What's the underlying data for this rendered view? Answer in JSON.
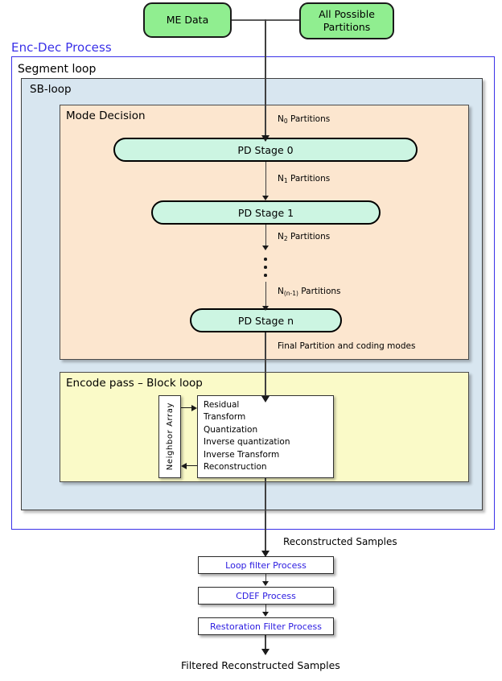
{
  "diagram": {
    "title": "Enc-Dec Process encoder pipeline",
    "colors": {
      "process_border": "#3a31e8",
      "process_text": "#3a31e8",
      "data_node_fill": "#90EE90",
      "sb_loop_fill": "#D8E6F0",
      "mode_decision_fill": "#FCE6CF",
      "encode_pass_fill": "#FAFAC8",
      "pd_stage_fill": "#CCF5E2",
      "filter_text": "#2a1ae0",
      "connector": "#404040"
    }
  },
  "inputs": [
    {
      "id": "me-data",
      "label": "ME Data"
    },
    {
      "id": "all-possible-partitions",
      "label": "All Possible Partitions"
    }
  ],
  "containers": {
    "enc_dec": {
      "label": "Enc-Dec Process"
    },
    "segment_loop": {
      "label": "Segment loop"
    },
    "sb_loop": {
      "label": "SB-loop"
    },
    "mode_decision": {
      "label": "Mode Decision"
    },
    "encode_pass": {
      "label": "Encode pass – Block loop"
    }
  },
  "mode_decision": {
    "stages": [
      {
        "id": "pd-stage-0",
        "label": "PD Stage 0"
      },
      {
        "id": "pd-stage-1",
        "label": "PD Stage 1"
      },
      {
        "id": "pd-stage-n",
        "label": "PD Stage n"
      }
    ],
    "edge_labels": {
      "in_stage_0": {
        "prefix": "N",
        "sub": "0",
        "suffix": " Partitions"
      },
      "stage_0_to_1": {
        "prefix": "N",
        "sub": "1",
        "suffix": " Partitions"
      },
      "stage_1_to_dots": {
        "prefix": "N",
        "sub": "2",
        "suffix": " Partitions"
      },
      "dots_to_stage_n": {
        "prefix": "N",
        "sub": "(n-1)",
        "suffix": " Partitions"
      },
      "stage_n_out": "Final Partition and coding modes"
    }
  },
  "encode_pass": {
    "neighbor_array": {
      "label": "Neighbor Array"
    },
    "steps": [
      "Residual",
      "Transform",
      "Quantization",
      "Inverse quantization",
      "Inverse Transform",
      "Reconstruction"
    ]
  },
  "post_filters": {
    "input_label": "Reconstructed Samples",
    "boxes": [
      {
        "id": "loop-filter-process",
        "label": "Loop filter Process"
      },
      {
        "id": "cdef-process",
        "label": "CDEF Process"
      },
      {
        "id": "restoration-filter-process",
        "label": "Restoration Filter Process"
      }
    ],
    "output_label": "Filtered Reconstructed Samples"
  }
}
